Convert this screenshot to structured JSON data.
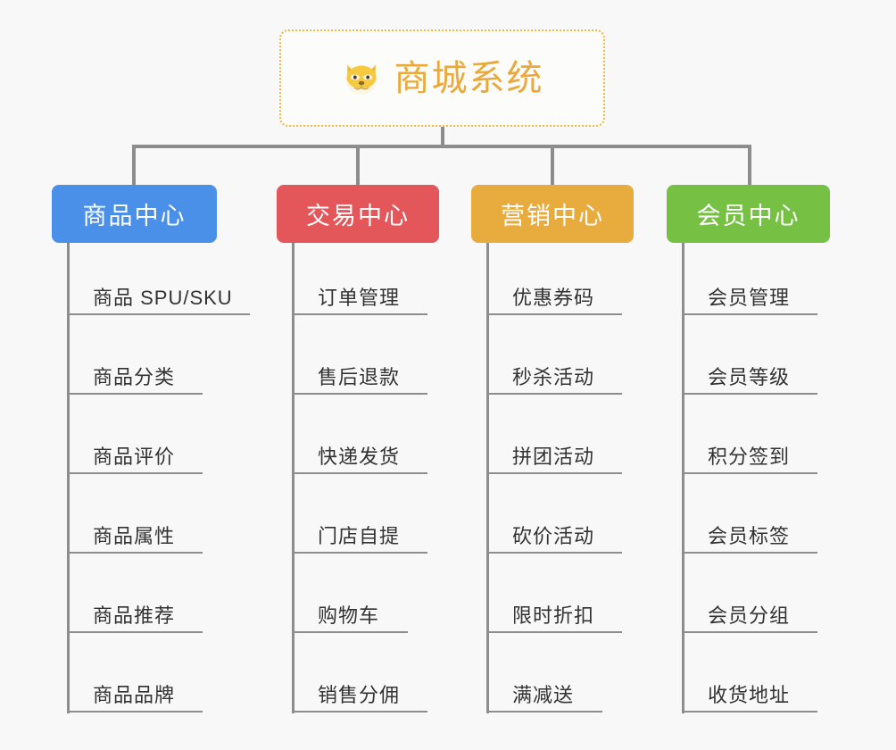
{
  "root": {
    "title": "商城系统",
    "icon": "shiba-dog-icon",
    "border_color": "#f0b93e",
    "text_color": "#eaa93a",
    "background": "#fcfcfb"
  },
  "canvas": {
    "background": "#f8f8f8",
    "connector_color": "#8d8d8d"
  },
  "columns": [
    {
      "title": "商品中心",
      "color": "#4a90e8",
      "items": [
        {
          "label": "商品 SPU/SKU",
          "rule_width": 205
        },
        {
          "label": "商品分类",
          "rule_width": 152
        },
        {
          "label": "商品评价",
          "rule_width": 152
        },
        {
          "label": "商品属性",
          "rule_width": 152
        },
        {
          "label": "商品推荐",
          "rule_width": 152
        },
        {
          "label": "商品品牌",
          "rule_width": 152
        }
      ]
    },
    {
      "title": "交易中心",
      "color": "#e3565a",
      "items": [
        {
          "label": "订单管理",
          "rule_width": 152
        },
        {
          "label": "售后退款",
          "rule_width": 152
        },
        {
          "label": "快递发货",
          "rule_width": 152
        },
        {
          "label": "门店自提",
          "rule_width": 152
        },
        {
          "label": "购物车",
          "rule_width": 130
        },
        {
          "label": "销售分佣",
          "rule_width": 152
        }
      ]
    },
    {
      "title": "营销中心",
      "color": "#e8ac3e",
      "items": [
        {
          "label": "优惠券码",
          "rule_width": 152
        },
        {
          "label": "秒杀活动",
          "rule_width": 152
        },
        {
          "label": "拼团活动",
          "rule_width": 152
        },
        {
          "label": "砍价活动",
          "rule_width": 152
        },
        {
          "label": "限时折扣",
          "rule_width": 152
        },
        {
          "label": "满减送",
          "rule_width": 130
        }
      ]
    },
    {
      "title": "会员中心",
      "color": "#76c044",
      "items": [
        {
          "label": "会员管理",
          "rule_width": 152
        },
        {
          "label": "会员等级",
          "rule_width": 152
        },
        {
          "label": "积分签到",
          "rule_width": 152
        },
        {
          "label": "会员标签",
          "rule_width": 152
        },
        {
          "label": "会员分组",
          "rule_width": 152
        },
        {
          "label": "收货地址",
          "rule_width": 152
        }
      ]
    }
  ]
}
